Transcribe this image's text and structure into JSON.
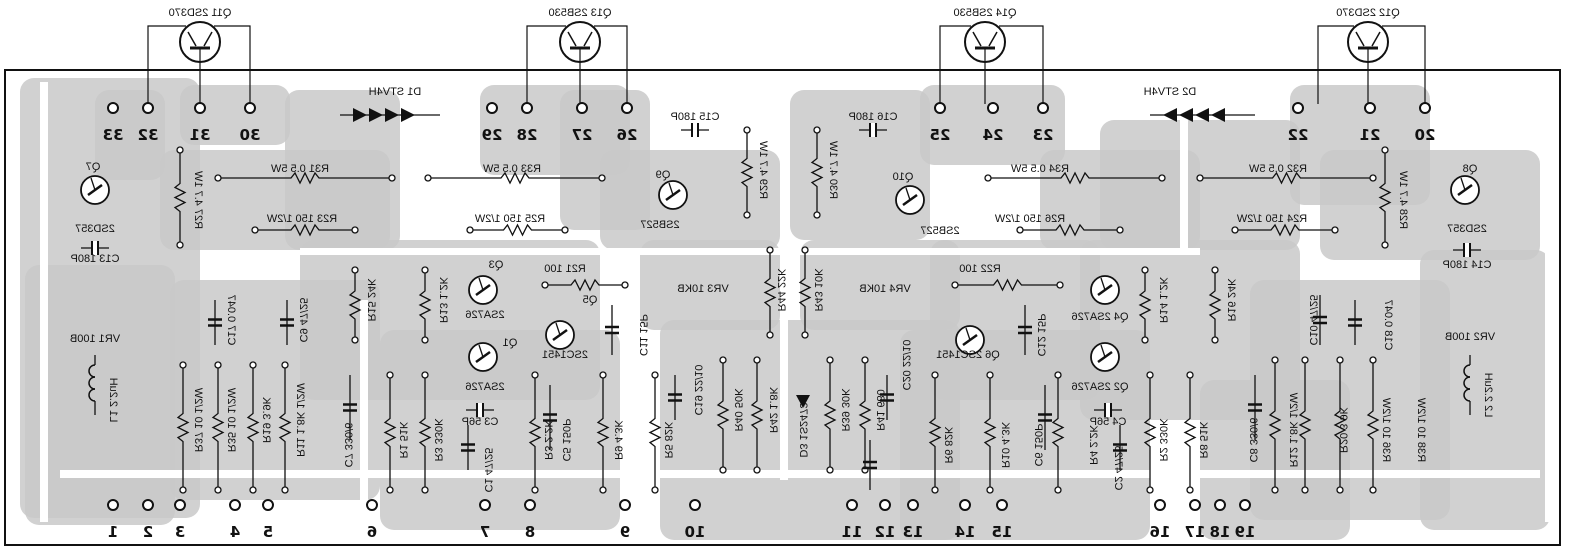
{
  "board": {
    "copper_color": "#c9c9c9",
    "ink_color": "#111111",
    "text_mirrored": true
  },
  "offboard_transistors": [
    {
      "label": "Q11 2SD370",
      "type": "npn"
    },
    {
      "label": "Q13 2SB530",
      "type": "pnp"
    },
    {
      "label": "Q14 2SB530",
      "type": "pnp"
    },
    {
      "label": "Q12 2SD370",
      "type": "npn"
    }
  ],
  "top_pads": [
    "33",
    "32",
    "31",
    "30",
    "29",
    "28",
    "27",
    "26",
    "25",
    "24",
    "23",
    "22",
    "21",
    "20"
  ],
  "bottom_pads": [
    "1",
    "2",
    "3",
    "4",
    "5",
    "6",
    "7",
    "8",
    "9",
    "10",
    "11",
    "12",
    "13",
    "14",
    "15",
    "16",
    "17",
    "18",
    "19"
  ],
  "labels": [
    "D1 STV4H",
    "D2 STV4H",
    "C15 180P",
    "C16 180P",
    "R29 4.7 1W",
    "R30 4.7 1W",
    "R27 4.7 1W",
    "R28 4.7 1W",
    "R31 0.5 5W",
    "R33 0.5 5W",
    "R34 0.5 5W",
    "R32 0.5 5W",
    "R23 150 1/2W",
    "R25 150 1/2W",
    "R26 150 1/2W",
    "R24 150 1/2W",
    "Q7",
    "2SD357",
    "Q9",
    "2SB527",
    "Q10",
    "2SB527",
    "Q8",
    "2SD357",
    "C13 180P",
    "C14 180P",
    "VR1 100B",
    "VR2 100B",
    "L1 2.2uH",
    "L2 2.2uH",
    "R37 10 1/2W",
    "R35 10 1/2W",
    "R19 3.9K",
    "R11 1.8K 1/2W",
    "C17 0.047",
    "C9 47/25",
    "R15 24K",
    "R13 1.2K",
    "Q3",
    "2SA726",
    "Q1",
    "2SA726",
    "Q5",
    "2SC1451",
    "R21 100",
    "C11 15P",
    "C7 330/6",
    "R1 51K",
    "R3 330K",
    "C3 56P",
    "C1 47/25",
    "R3 2.2K",
    "C5 150P",
    "R9 4.3K",
    "R5 82K",
    "C19 22/10",
    "R40 50K",
    "R42 1.8K",
    "D3 1S2473",
    "R39 30K",
    "R41 680",
    "C20 22/10",
    "VR3 10KB",
    "VR4 10KB",
    "R44 22K",
    "R43 10K",
    "R22 100",
    "Q6 2SC1451",
    "C12 15P",
    "Q4 2SA726",
    "Q2 2SA726",
    "R14 1.2K",
    "R16 24K",
    "C10 47/25",
    "C18 0.047",
    "R6 82K",
    "R10 4.3K",
    "C6 150P",
    "R4 2.2K",
    "C4 56P",
    "C2 47/25",
    "R2 330K",
    "R8 51K",
    "C8 330/6",
    "R12 1.8K 1/2W",
    "R20 3.9K",
    "R36 10 1/2W",
    "R38 10 1/2W"
  ]
}
